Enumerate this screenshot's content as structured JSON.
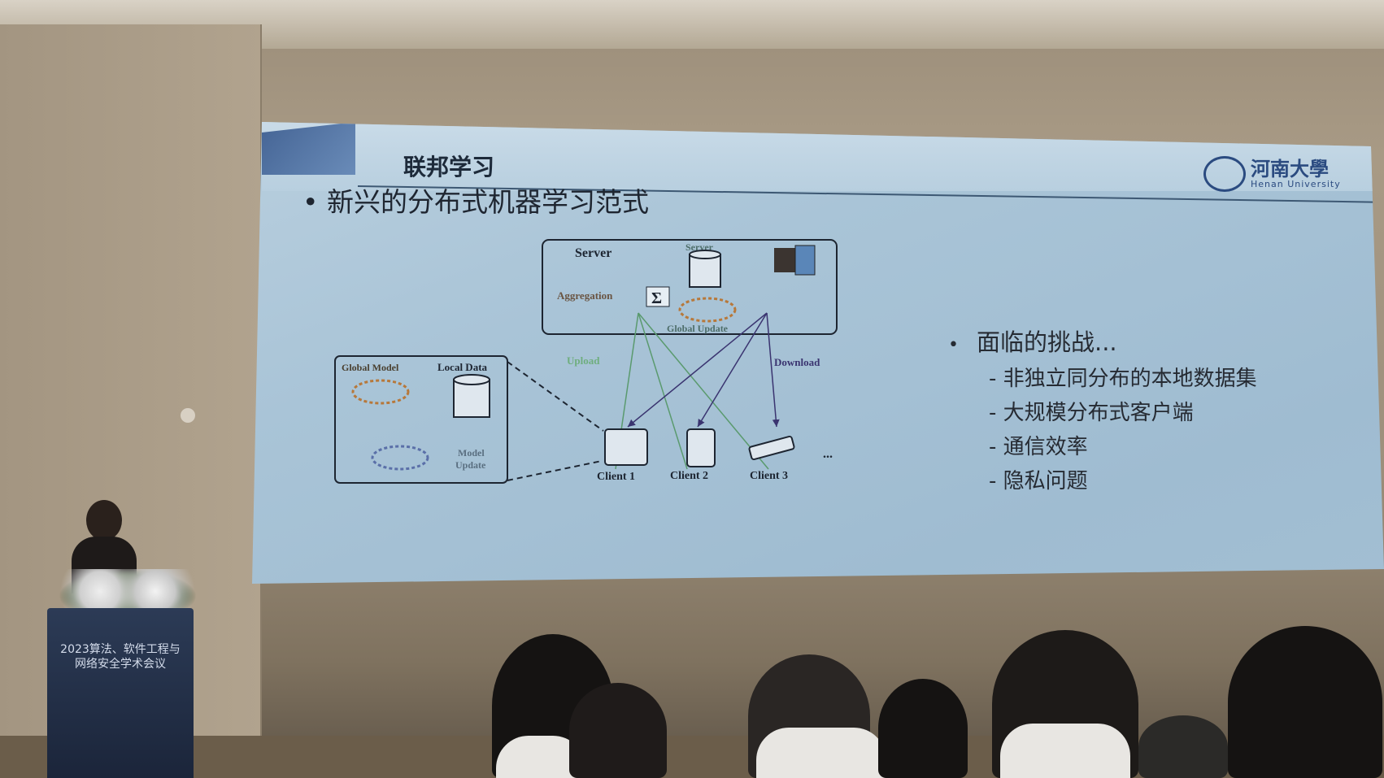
{
  "slide": {
    "title": "联邦学习",
    "bullet": "新兴的分布式机器学习范式",
    "logo": {
      "cn": "河南大學",
      "en": "Henan University"
    },
    "diagram": {
      "server_box_title": "Server",
      "server_db_label": "Server",
      "aggregation": "Aggregation",
      "sigma": "Σ",
      "global_update": "Global Update",
      "upload": "Upload",
      "download": "Download",
      "global_model": "Global Model",
      "local_data": "Local Data",
      "model_update_1": "Model",
      "model_update_2": "Update",
      "clients": [
        "Client 1",
        "Client 2",
        "Client 3"
      ],
      "ellipsis": "..."
    },
    "challenges": {
      "heading": "面临的挑战...",
      "items": [
        "- 非独立同分布的本地数据集",
        "- 大规模分布式客户端",
        "- 通信效率",
        "- 隐私问题"
      ]
    }
  },
  "podium": {
    "title_line1": "2023算法、软件工程与",
    "title_line2": "网络安全学术会议"
  },
  "colors": {
    "upload": "#5a9a6e",
    "download": "#4a3f86",
    "slide_bg": "#a9c4d7"
  }
}
